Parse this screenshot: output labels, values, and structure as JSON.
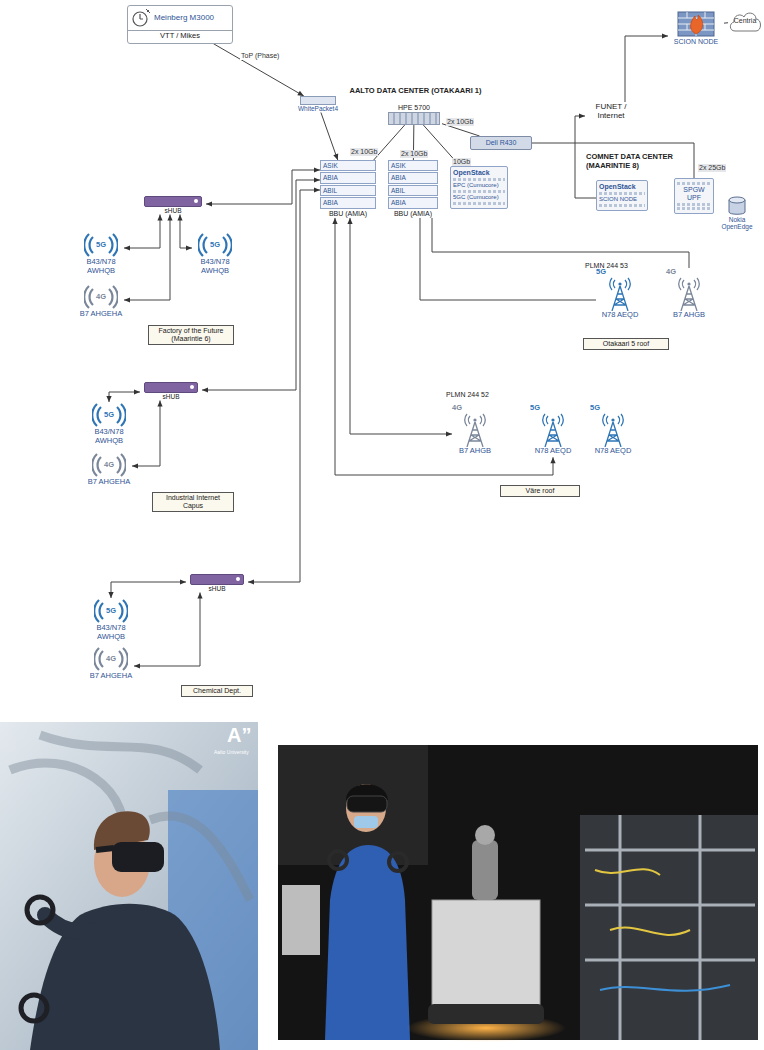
{
  "diagram": {
    "nodes": [
      {
        "text": [
          "Meinberg M3000",
          "VTT / Mikes"
        ]
      },
      {
        "text": [
          "AALTO DATA CENTER (OTAKAARI 1)"
        ]
      },
      {
        "text": [
          "WhitePacket4"
        ],
        "in": 1
      },
      {
        "text": [
          "HPE 5700"
        ],
        "in": 1
      },
      {
        "text": [
          "Dell R430"
        ],
        "in": 1
      },
      {
        "text": [
          "ASIK",
          "ABIA",
          "ABIL",
          "ABIA",
          "BBU (AMIA)"
        ],
        "in": 1
      },
      {
        "text": [
          "ASIK",
          "ABIA",
          "ABIL",
          "ABIA",
          "BBU (AMIA)"
        ],
        "in": 1
      },
      {
        "text": [
          "OpenStack",
          "EPC (Cumucore)",
          "5GC (Cumucore)"
        ],
        "in": 1
      },
      {
        "text": [
          "FUNET / Internet"
        ]
      },
      {
        "text": [
          "SCION NODE"
        ]
      },
      {
        "text": [
          "Centria"
        ]
      },
      {
        "text": [
          "COMNET DATA CENTER (MAARINTIE 8)"
        ]
      },
      {
        "text": [
          "OpenStack",
          "SCION NODE"
        ],
        "in": 11
      },
      {
        "text": [
          "SPGW UPF"
        ],
        "in": 11
      },
      {
        "text": [
          "Nokia OpenEdge"
        ],
        "in": 11
      },
      {
        "text": [
          "Factory of the Future (Maarintie 6)"
        ]
      },
      {
        "text": [
          "sHUB"
        ],
        "in": 15
      },
      {
        "text": [
          "5G",
          "B43/N78 AWHQB"
        ],
        "in": 15
      },
      {
        "text": [
          "5G",
          "B43/N78 AWHQB"
        ],
        "in": 15
      },
      {
        "text": [
          "4G",
          "B7 AHGEHA"
        ],
        "in": 15
      },
      {
        "text": [
          "PLMN 244 53",
          "Otakaari 5 roof"
        ]
      },
      {
        "text": [
          "5G",
          "N78 AEQD"
        ],
        "in": 20
      },
      {
        "text": [
          "4G",
          "B7 AHGB"
        ],
        "in": 20
      },
      {
        "text": [
          "Industrial Internet Capus"
        ]
      },
      {
        "text": [
          "sHUB"
        ],
        "in": 23
      },
      {
        "text": [
          "5G",
          "B43/N78 AWHQB"
        ],
        "in": 23
      },
      {
        "text": [
          "4G",
          "B7 AHGEHA"
        ],
        "in": 23
      },
      {
        "text": [
          "PLMN 244 52",
          "Väre roof"
        ]
      },
      {
        "text": [
          "4G",
          "B7 AHGB"
        ],
        "in": 27
      },
      {
        "text": [
          "5G",
          "N78 AEQD"
        ],
        "in": 27
      },
      {
        "text": [
          "5G",
          "N78 AEQD"
        ],
        "in": 27
      },
      {
        "text": [
          "Chemical Dept."
        ]
      },
      {
        "text": [
          "sHUB"
        ],
        "in": 31
      },
      {
        "text": [
          "5G",
          "B43/N78 AWHQB"
        ],
        "in": 31
      },
      {
        "text": [
          "4G",
          "B7 AHGEHA"
        ],
        "in": 31
      }
    ],
    "edges": [
      {
        "from": 0,
        "to": 2,
        "label": "ToP (Phase)",
        "arrow": "to"
      },
      {
        "from": 2,
        "to": 5,
        "arrow": "to"
      },
      {
        "from": 3,
        "to": 5,
        "label": "2x 10Gb",
        "arrow": "none"
      },
      {
        "from": 3,
        "to": 6,
        "label": "2x 10Gb",
        "arrow": "none"
      },
      {
        "from": 3,
        "to": 7,
        "label": "10Gb",
        "arrow": "none"
      },
      {
        "from": 3,
        "to": 4,
        "label": "2x 10Gb",
        "arrow": "none"
      },
      {
        "from": 4,
        "to": 13,
        "label": "2x 25Gb",
        "arrow": "none"
      },
      {
        "from": 12,
        "to": 8,
        "arrow": "to"
      },
      {
        "from": 8,
        "to": 9,
        "arrow": "to"
      },
      {
        "from": 9,
        "to": 10,
        "arrow": "none"
      },
      {
        "from": 5,
        "to": 16,
        "arrow": "both"
      },
      {
        "from": 5,
        "to": 24,
        "arrow": "both"
      },
      {
        "from": 5,
        "to": 32,
        "arrow": "both"
      },
      {
        "from": 5,
        "to": 28,
        "arrow": "both"
      },
      {
        "from": 5,
        "to": 29,
        "arrow": "both"
      },
      {
        "from": 6,
        "to": 21,
        "arrow": "none"
      },
      {
        "from": 6,
        "to": 22,
        "arrow": "none"
      },
      {
        "from": 16,
        "to": 17,
        "arrow": "both"
      },
      {
        "from": 16,
        "to": 18,
        "arrow": "both"
      },
      {
        "from": 16,
        "to": 19,
        "arrow": "both"
      },
      {
        "from": 24,
        "to": 25,
        "arrow": "both"
      },
      {
        "from": 24,
        "to": 26,
        "arrow": "both"
      },
      {
        "from": 32,
        "to": 33,
        "arrow": "both"
      },
      {
        "from": 32,
        "to": 34,
        "arrow": "both"
      }
    ],
    "labels": [
      "A”",
      "Aalto University"
    ]
  }
}
